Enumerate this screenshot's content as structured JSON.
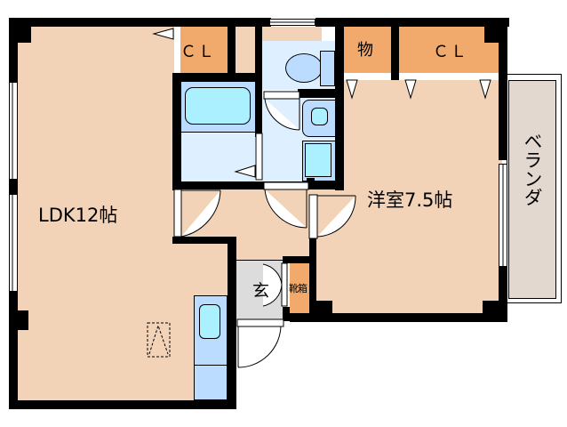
{
  "floorplan": {
    "rooms": {
      "ldk": {
        "label": "LDK12帖"
      },
      "western_room": {
        "label": "洋室7.5帖"
      },
      "closet_left": {
        "label": "ＣＬ"
      },
      "closet_right": {
        "label": "ＣＬ"
      },
      "storage": {
        "label": "物"
      },
      "entrance": {
        "label": "玄"
      },
      "shoe_box": {
        "label": "靴箱"
      },
      "veranda": {
        "label": "ベランダ"
      }
    },
    "colors": {
      "floor": "#f2d3b8",
      "closet": "#f2a96c",
      "wet_area": "#deefff",
      "fixture": "#bcdcff",
      "fixture_inner": "#aaf0ff",
      "entrance": "#dcdcdc",
      "veranda": "#e2d8d0",
      "wall": "#000000"
    }
  }
}
